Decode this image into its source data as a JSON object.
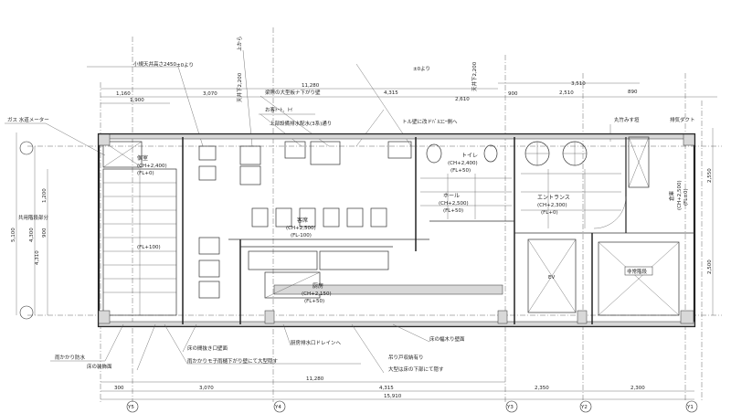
{
  "title_notes": {
    "ceiling_note": "小規天井高さ2450",
    "from_zero_1": "±0より",
    "from_zero_2": "±0より",
    "from_top": "上から",
    "ceiling_drop": "天井下2,200",
    "ceiling_drop_2": "天井下2,200",
    "beam_wall": "梁際の大型板ナ下がり壁",
    "customer_toilet": "お客ﾄｰﾄ、ﾄｲ",
    "upper_drain": "上部設備排水配水(3系)通り",
    "balcony_wall": "トル壁に改ドﾊﾞﾙｺﾆｰ側へ",
    "gas_water": "ガス 水道メーター",
    "bamboo_fence": "丸竹みす垣",
    "exhaust_duct": "排気ダクト",
    "shared_stair": "共用階段部分"
  },
  "dimensions": {
    "top_total": "11,280",
    "top_1": "1,160",
    "top_2": "3,070",
    "top_3": "1,900",
    "top_4": "4,315",
    "top_5": "2,610",
    "top_6": "900",
    "top_7": "3,510",
    "top_8": "2,510",
    "top_9": "890",
    "left_1": "5,100",
    "left_2": "4,300",
    "left_3": "4,310",
    "left_4": "1,200",
    "left_5": "900",
    "right_1": "2,550",
    "right_2": "2,500",
    "bottom_1": "11,280",
    "bottom_2": "300",
    "bottom_3": "3,070",
    "bottom_4": "4,315",
    "bottom_5": "2,350",
    "bottom_6": "2,300",
    "bottom_total": "15,910"
  },
  "rooms": [
    {
      "name": "トイレ",
      "ch": "(CH+2,400)",
      "fl": "(FL+50)"
    },
    {
      "name": "ホール",
      "ch": "(CH+2,500)",
      "fl": "(FL+50)"
    },
    {
      "name": "客席",
      "ch": "(CH+2,500)",
      "fl": "(FL-100)"
    },
    {
      "name": "厨房",
      "ch": "(CH+2,150)",
      "fl": "(FL+50)"
    },
    {
      "name": "エントランス",
      "ch": "(CH+2,300)",
      "fl": "(FL+0)"
    },
    {
      "name": "個室",
      "ch": "(CH+2,400)",
      "fl": "(FL+0)"
    },
    {
      "name": "倉庫",
      "ch": "(CH+2,500)",
      "fl": "(FL±0)"
    },
    {
      "name": "EV",
      "ch": "",
      "fl": ""
    },
    {
      "name": "非常階段",
      "ch": "",
      "fl": ""
    },
    {
      "name": "(FL+100)",
      "ch": "",
      "fl": ""
    }
  ],
  "bottom_notes": [
    "雨かかり防水",
    "床の装飾面",
    "床の間抜き口壁面",
    "雨かかりモ子雨樋下がり壁にて大型隠す",
    "厨房排水口ドレインへ",
    "床の幅木り壁面",
    "吊り戸収納有り",
    "大型は床の下部にて隠す"
  ],
  "grid_axes": [
    "Y5",
    "Y4",
    "Y3",
    "Y2",
    "Y1"
  ]
}
